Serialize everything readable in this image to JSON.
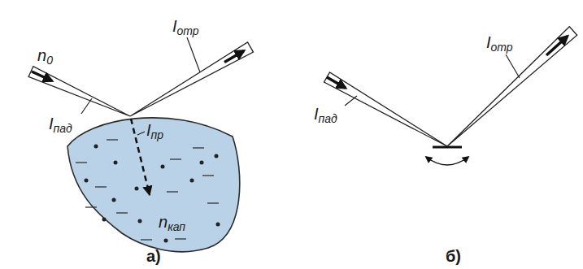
{
  "diagram": {
    "nodes": [
      {
        "text": [
          "Iпр",
          "nкап"
        ]
      }
    ],
    "labels": [
      "n0",
      "Iпад",
      "Iотр",
      "а)",
      "Iпад",
      "Iотр",
      "б)"
    ]
  }
}
